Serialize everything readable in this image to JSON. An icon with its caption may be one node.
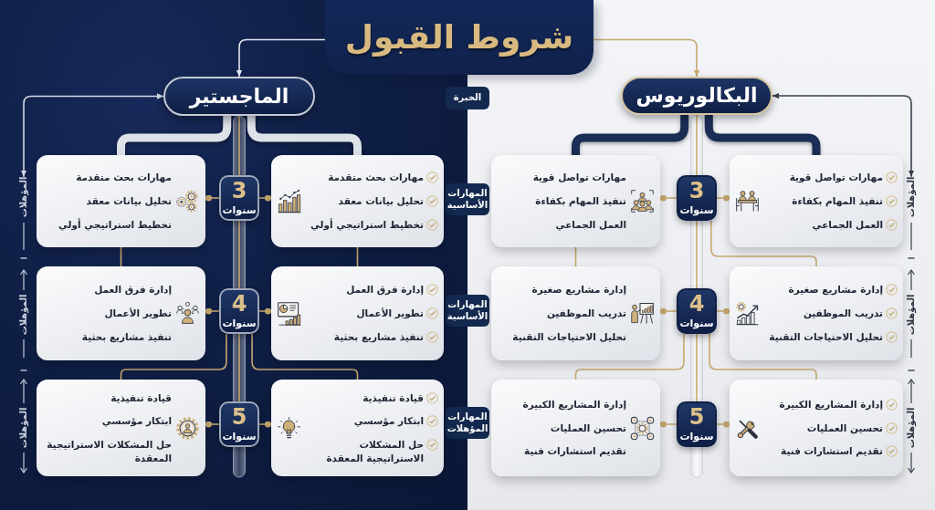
{
  "diagram": {
    "nodes": [
      {
        "text": [
          "شروط القبول"
        ]
      },
      {
        "text": [
          "الماجستير"
        ]
      },
      {
        "text": [
          "البكالوريوس"
        ]
      },
      {
        "text": [
          "الخبرة"
        ]
      },
      {
        "text": [
          "المهارات الأساسية"
        ]
      },
      {
        "text": [
          "المهارات الأساسية"
        ]
      },
      {
        "text": [
          "المهارات المؤهلات"
        ]
      },
      {
        "text": [
          "3",
          "سنوات"
        ]
      },
      {
        "text": [
          "مهارات بحث متقدمة",
          "تحليل بيانات معقد",
          "تخطيط استراتيجي أولي"
        ]
      },
      {
        "text": [
          "مهارات بحث متقدمة",
          "تحليل بيانات معقد",
          "تخطيط استراتيجي أولي"
        ]
      },
      {
        "text": [
          "4",
          "سنوات"
        ]
      },
      {
        "text": [
          "إدارة فرق العمل",
          "تطوير الأعمال",
          "تنفيذ مشاريع بحثية"
        ]
      },
      {
        "text": [
          "إدارة فرق العمل",
          "تطوير الأعمال",
          "تنفيذ مشاريع بحثية"
        ]
      },
      {
        "text": [
          "5",
          "سنوات"
        ]
      },
      {
        "text": [
          "قيادة تنفيذية",
          "ابتكار مؤسسي",
          "حل المشكلات الاستراتيجية المعقدة"
        ]
      },
      {
        "text": [
          "قيادة تنفيذية",
          "ابتكار مؤسسي",
          "حل المشكلات الاستراتيجية المعقدة"
        ]
      },
      {
        "text": [
          "3",
          "سنوات"
        ]
      },
      {
        "text": [
          "مهارات تواصل قوية",
          "تنفيذ المهام بكفاءة",
          "العمل الجماعي"
        ]
      },
      {
        "text": [
          "مهارات تواصل قوية",
          "تنفيذ المهام بكفاءة",
          "العمل الجماعي"
        ]
      },
      {
        "text": [
          "4",
          "سنوات"
        ]
      },
      {
        "text": [
          "إدارة مشاريع صغيرة",
          "تدريب الموظفين",
          "تحليل الاحتياجات التقنية"
        ]
      },
      {
        "text": [
          "إدارة مشاريع صغيرة",
          "تدريب الموظفين",
          "تحليل الاحتياجات التقنية"
        ]
      },
      {
        "text": [
          "5",
          "سنوات"
        ]
      },
      {
        "text": [
          "إدارة المشاريع الكبيرة",
          "تحسين العمليات",
          "تقديم استشارات فنية"
        ]
      },
      {
        "text": [
          "إدارة المشاريع الكبيرة",
          "تحسين العمليات",
          "تقديم استشارات فنية"
        ]
      },
      {
        "text": [
          "المؤهلات"
        ]
      },
      {
        "text": [
          "المؤهلات"
        ]
      }
    ],
    "edges": [
      {
        "from": 0,
        "to": 1,
        "arrow": "to",
        "color": "#e4e7ee"
      },
      {
        "from": 0,
        "to": 2,
        "arrow": "to"
      },
      {
        "from": 25,
        "to": 1,
        "arrow": "both",
        "color": "#d3d8e2"
      },
      {
        "from": 26,
        "to": 2,
        "arrow": "both",
        "color": "#3a404d"
      },
      {
        "from": 1,
        "to": 9,
        "arrow": "none",
        "style": "thick",
        "color": "#dde1e8"
      },
      {
        "from": 1,
        "to": 8,
        "arrow": "none",
        "style": "thick",
        "color": "#dde1e8"
      },
      {
        "from": 2,
        "to": 18,
        "arrow": "none",
        "style": "thick",
        "color": "#1c2d55"
      },
      {
        "from": 2,
        "to": 17,
        "arrow": "none",
        "style": "thick",
        "color": "#1c2d55"
      },
      {
        "from": 1,
        "to": 7,
        "arrow": "none"
      },
      {
        "from": 7,
        "to": 10,
        "arrow": "none"
      },
      {
        "from": 10,
        "to": 13,
        "arrow": "none"
      },
      {
        "from": 2,
        "to": 16,
        "arrow": "none"
      },
      {
        "from": 16,
        "to": 19,
        "arrow": "none"
      },
      {
        "from": 19,
        "to": 22,
        "arrow": "none"
      },
      {
        "from": 7,
        "to": 8,
        "arrow": "other"
      },
      {
        "from": 7,
        "to": 9,
        "arrow": "other"
      },
      {
        "from": 10,
        "to": 11,
        "arrow": "other"
      },
      {
        "from": 10,
        "to": 12,
        "arrow": "other"
      },
      {
        "from": 13,
        "to": 14,
        "arrow": "other"
      },
      {
        "from": 13,
        "to": 15,
        "arrow": "other"
      },
      {
        "from": 16,
        "to": 17,
        "arrow": "other"
      },
      {
        "from": 16,
        "to": 18,
        "arrow": "other"
      },
      {
        "from": 19,
        "to": 20,
        "arrow": "other"
      },
      {
        "from": 19,
        "to": 21,
        "arrow": "other"
      },
      {
        "from": 22,
        "to": 23,
        "arrow": "other"
      },
      {
        "from": 22,
        "to": 24,
        "arrow": "other"
      },
      {
        "from": 9,
        "to": 12,
        "arrow": "none"
      },
      {
        "from": 8,
        "to": 11,
        "arrow": "none"
      },
      {
        "from": 10,
        "to": 15,
        "arrow": "none"
      },
      {
        "from": 10,
        "to": 14,
        "arrow": "none"
      },
      {
        "from": 18,
        "to": 21,
        "arrow": "none"
      },
      {
        "from": 16,
        "to": 20,
        "arrow": "none"
      },
      {
        "from": 19,
        "to": 24,
        "arrow": "none"
      },
      {
        "from": 19,
        "to": 23,
        "arrow": "none"
      }
    ],
    "labels": [
      "المؤهلات",
      "المؤهلات",
      "المؤهلات",
      "المؤهلات"
    ]
  }
}
